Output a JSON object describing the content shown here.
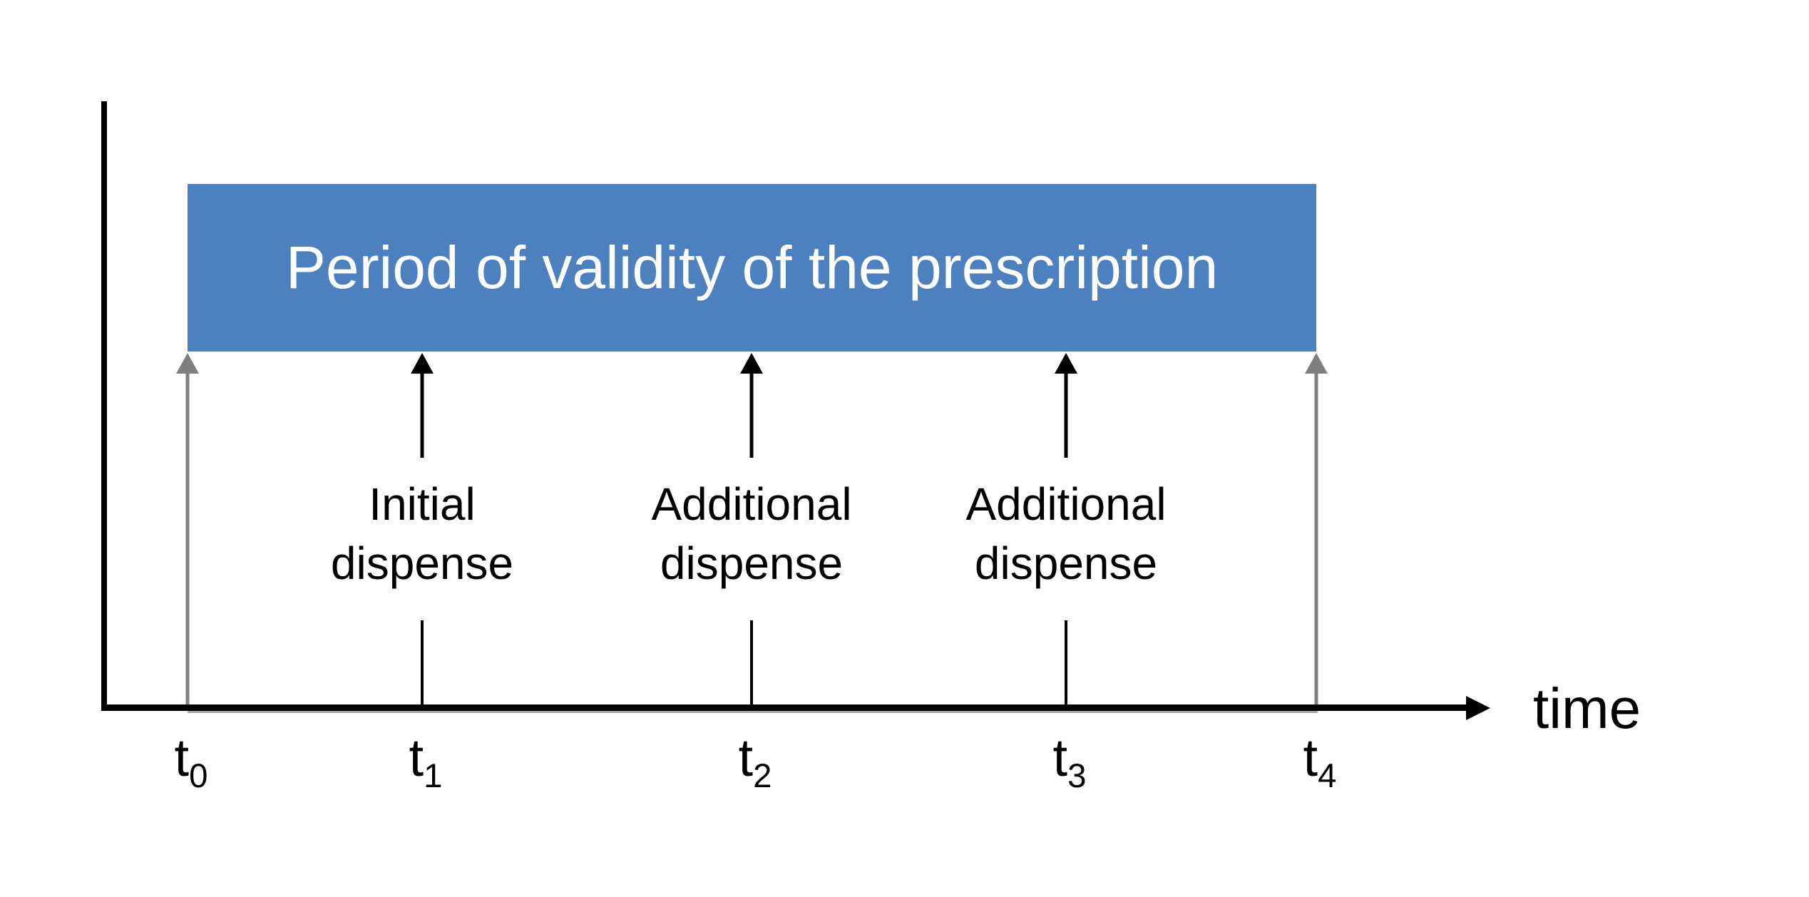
{
  "banner": {
    "label": "Period of validity of the prescription"
  },
  "axis": {
    "time_label": "time"
  },
  "points": [
    {
      "tick": {
        "base": "t",
        "sub": "0"
      },
      "event": null
    },
    {
      "tick": {
        "base": "t",
        "sub": "1"
      },
      "event": {
        "line1": "Initial",
        "line2": "dispense"
      }
    },
    {
      "tick": {
        "base": "t",
        "sub": "2"
      },
      "event": {
        "line1": "Additional",
        "line2": "dispense"
      }
    },
    {
      "tick": {
        "base": "t",
        "sub": "3"
      },
      "event": {
        "line1": "Additional",
        "line2": "dispense"
      }
    },
    {
      "tick": {
        "base": "t",
        "sub": "4"
      },
      "event": null
    }
  ],
  "colors": {
    "banner-blue": "#4d80be",
    "banner-text": "#ffffff",
    "ink": "#000000",
    "boundary-gray": "#7f7f7f",
    "underline-gray": "#a6a6a6",
    "bg": "#ffffff"
  }
}
